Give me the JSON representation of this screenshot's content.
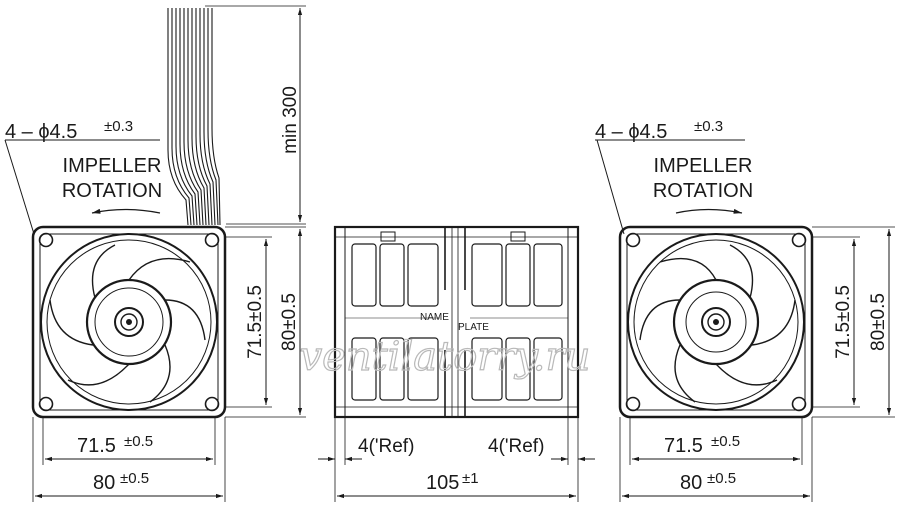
{
  "left_view": {
    "holes_label": "4 – ϕ4.5",
    "holes_tol": "±0.3",
    "rotation_line1": "IMPELLER",
    "rotation_line2": "ROTATION",
    "cable_length": "min 300",
    "height_inner": "71.5±0.5",
    "height_outer": "80±0.5",
    "width_inner": "71.5",
    "width_inner_tol": "±0.5",
    "width_outer": "80",
    "width_outer_tol": "±0.5"
  },
  "side_view": {
    "name_text": "NAME",
    "plate_text": "PLATE",
    "ref_left": "4('Ref)",
    "ref_right": "4('Ref)",
    "depth": "105",
    "depth_tol": "±1"
  },
  "right_view": {
    "holes_label": "4 – ϕ4.5",
    "holes_tol": "±0.3",
    "rotation_line1": "IMPELLER",
    "rotation_line2": "ROTATION",
    "height_inner": "71.5±0.5",
    "height_outer": "80±0.5",
    "width_inner": "71.5",
    "width_inner_tol": "±0.5",
    "width_outer": "80",
    "width_outer_tol": "±0.5"
  },
  "watermark": "ventilatorry.ru",
  "colors": {
    "ink": "#1a1a1a",
    "watermark": "#b9b9b9"
  }
}
